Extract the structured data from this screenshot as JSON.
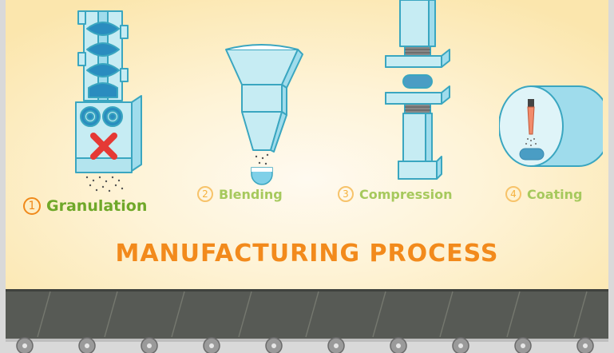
{
  "title": "MANUFACTURING PROCESS",
  "steps": [
    {
      "num": "1",
      "label": "Granulation",
      "state": "active"
    },
    {
      "num": "2",
      "label": "Blending",
      "state": "inactive"
    },
    {
      "num": "3",
      "label": "Compression",
      "state": "inactive"
    },
    {
      "num": "4",
      "label": "Coating",
      "state": "inactive"
    }
  ],
  "colors": {
    "background": "#fdeec8",
    "accent": "#f28a1c",
    "active_label": "#6fa829",
    "inactive_label": "#a6c95d",
    "machine_fill": "#c6ecf3",
    "machine_stroke": "#3aa6c0",
    "belt": "#575a55",
    "marker": "#e53935"
  },
  "icons": [
    "granulator-icon",
    "blender-icon",
    "tablet-press-icon",
    "coating-drum-icon",
    "conveyor-belt"
  ]
}
